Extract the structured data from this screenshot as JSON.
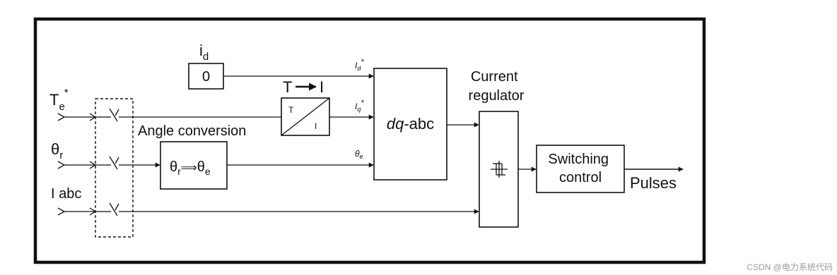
{
  "inputs": {
    "torque": {
      "base": "T",
      "sub": "e",
      "sup": "*"
    },
    "theta": {
      "base": "θ",
      "sub": "r"
    },
    "current": "I abc"
  },
  "id_ref": {
    "base": "i",
    "sub": "d"
  },
  "constant_block": "0",
  "t_to_i": {
    "title_left": "T",
    "title_right": "I",
    "top": "T",
    "bottom": "I"
  },
  "angle": {
    "title": "Angle conversion",
    "in": {
      "base": "θ",
      "sub": "r"
    },
    "arrow": "⟹",
    "out": {
      "base": "θ",
      "sub": "e"
    }
  },
  "signals": {
    "id_star": {
      "base": "I",
      "sub": "d",
      "sup": "*"
    },
    "iq_star": {
      "base": "I",
      "sub": "q",
      "sup": "*"
    },
    "theta_e": {
      "base": "θ",
      "sub": "e"
    }
  },
  "dq_abc": {
    "italic": "dq",
    "rest": "-abc"
  },
  "regulator": {
    "line1": "Current",
    "line2": "regulator",
    "symbol": "hysteresis-icon"
  },
  "switching": {
    "line1": "Switching",
    "line2": "control"
  },
  "output": "Pulses",
  "watermark": "CSDN @电力系统代码"
}
